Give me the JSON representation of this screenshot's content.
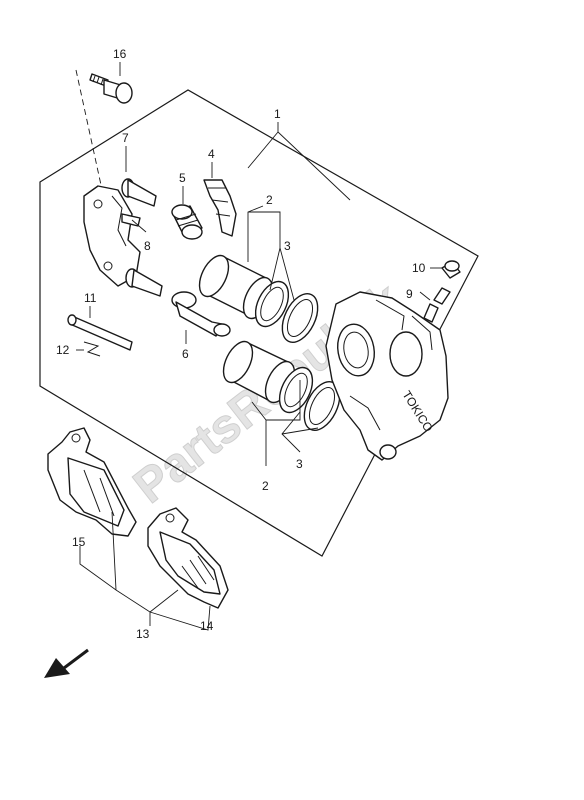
{
  "watermark": "PartsRepublik",
  "callouts": {
    "c1": "1",
    "c2a": "2",
    "c2b": "2",
    "c3a": "3",
    "c3b": "3",
    "c4": "4",
    "c5": "5",
    "c6": "6",
    "c7": "7",
    "c8": "8",
    "c9": "9",
    "c10": "10",
    "c11": "11",
    "c12": "12",
    "c13": "13",
    "c14": "14",
    "c15": "15",
    "c16": "16"
  },
  "caliper_text": "TOKICO",
  "icons": {
    "direction_arrow": "arrow-down-left-icon"
  }
}
